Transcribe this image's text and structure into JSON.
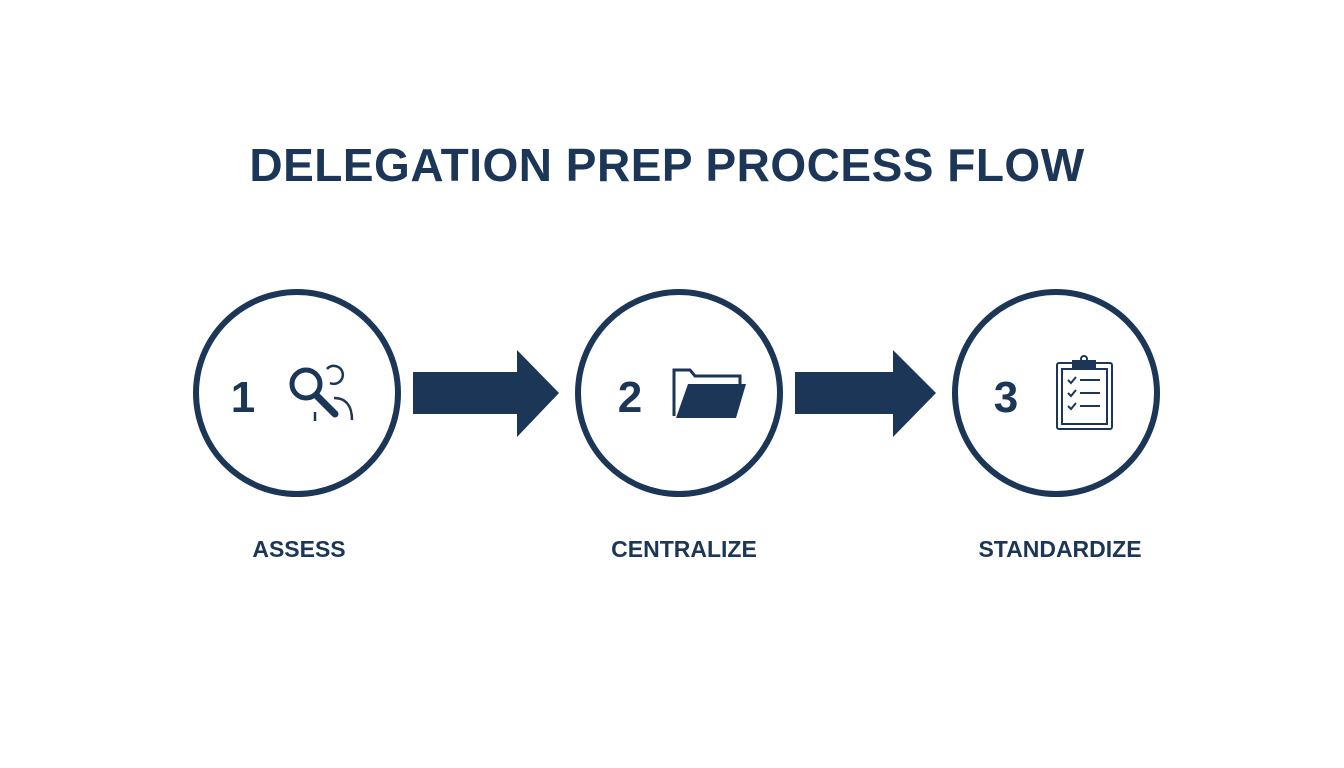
{
  "title": "DELEGATION PREP PROCESS FLOW",
  "steps": [
    {
      "number": "1",
      "label": "ASSESS",
      "icon": "magnifier-people-icon"
    },
    {
      "number": "2",
      "label": "CENTRALIZE",
      "icon": "folder-icon"
    },
    {
      "number": "3",
      "label": "STANDARDIZE",
      "icon": "clipboard-checklist-icon"
    }
  ],
  "colors": {
    "primary": "#1b3656",
    "background": "#ffffff"
  }
}
